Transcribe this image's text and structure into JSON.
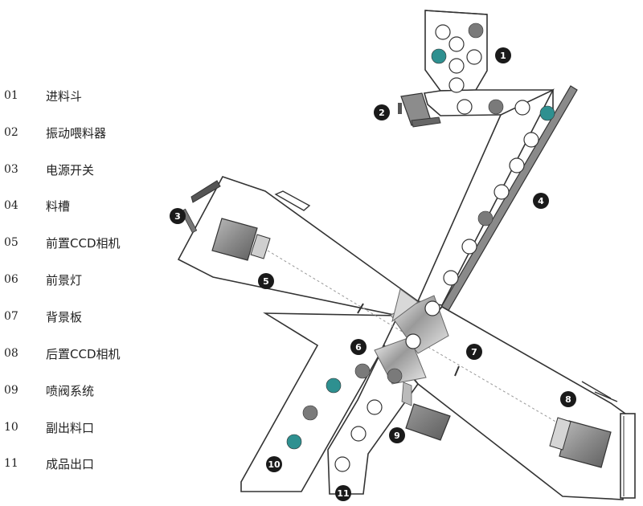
{
  "legend": [
    {
      "num": "01",
      "label": "进料斗"
    },
    {
      "num": "02",
      "label": "振动喂料器"
    },
    {
      "num": "03",
      "label": "电源开关"
    },
    {
      "num": "04",
      "label": "料槽"
    },
    {
      "num": "05",
      "label": "前置CCD相机"
    },
    {
      "num": "06",
      "label": "前景灯"
    },
    {
      "num": "07",
      "label": "背景板"
    },
    {
      "num": "08",
      "label": "后置CCD相机"
    },
    {
      "num": "09",
      "label": "喷阀系统"
    },
    {
      "num": "10",
      "label": "副出料口"
    },
    {
      "num": "11",
      "label": "成品出口"
    }
  ],
  "callouts": [
    "1",
    "2",
    "3",
    "4",
    "5",
    "6",
    "7",
    "8",
    "9",
    "10",
    "11"
  ],
  "colors": {
    "good": "#ffffff",
    "reject_dark": "#7a7a7a",
    "reject_teal": "#2e9090",
    "outline": "#333333",
    "badge": "#1a1a1a"
  }
}
